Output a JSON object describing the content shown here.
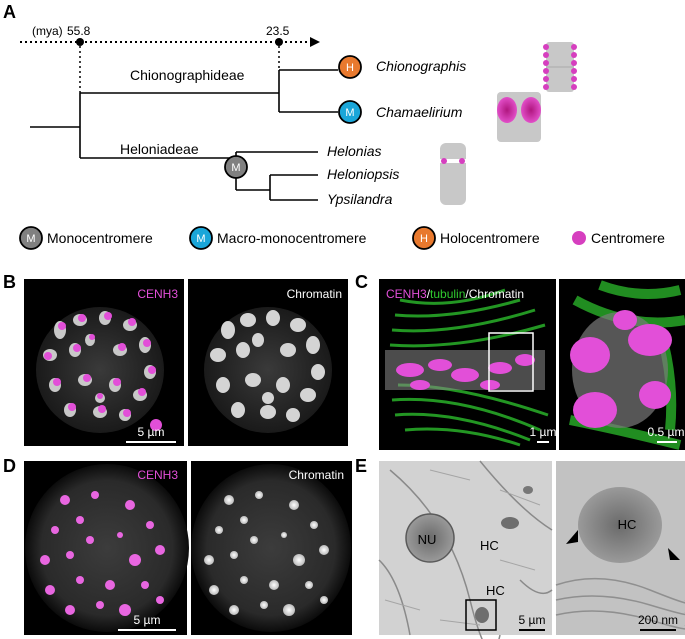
{
  "panels": {
    "A": {
      "letter": "A",
      "timeline": {
        "unit_label": "(mya)",
        "tick1": "55.8",
        "tick2": "23.5"
      },
      "tribes": {
        "chionographideae": "Chionographideae",
        "heloniadeae": "Heloniadeae"
      },
      "taxa": [
        "Chionographis",
        "Chamaelirium",
        "Helonias",
        "Heloniopsis",
        "Ypsilandra"
      ],
      "badges": {
        "holo": "H",
        "macro": "M",
        "mono": "M"
      },
      "legend": {
        "mono_badge": "M",
        "mono_label": "Monocentromere",
        "macro_badge": "M",
        "macro_label": "Macro-monocentromere",
        "holo_badge": "H",
        "holo_label": "Holocentromere",
        "centromere_label": "Centromere"
      },
      "colors": {
        "holo": "#e8792e",
        "macro": "#1aa6d9",
        "mono": "#808080",
        "centromere": "#d63fbf"
      }
    },
    "B": {
      "letter": "B",
      "left_label": "CENH3",
      "right_label": "Chromatin",
      "scalebar": "5 µm"
    },
    "C": {
      "letter": "C",
      "label_part1": "CENH3",
      "label_sep1": "/",
      "label_part2": "tubulin",
      "label_sep2": "/",
      "label_part3": "Chromatin",
      "scalebar_left": "1 µm",
      "scalebar_right": "0.5 µm"
    },
    "D": {
      "letter": "D",
      "left_label": "CENH3",
      "right_label": "Chromatin",
      "scalebar": "5 µm"
    },
    "E": {
      "letter": "E",
      "nu": "NU",
      "hc1": "HC",
      "hc2": "HC",
      "hc3": "HC",
      "scalebar_left": "5 µm",
      "scalebar_right": "200 nm"
    }
  }
}
